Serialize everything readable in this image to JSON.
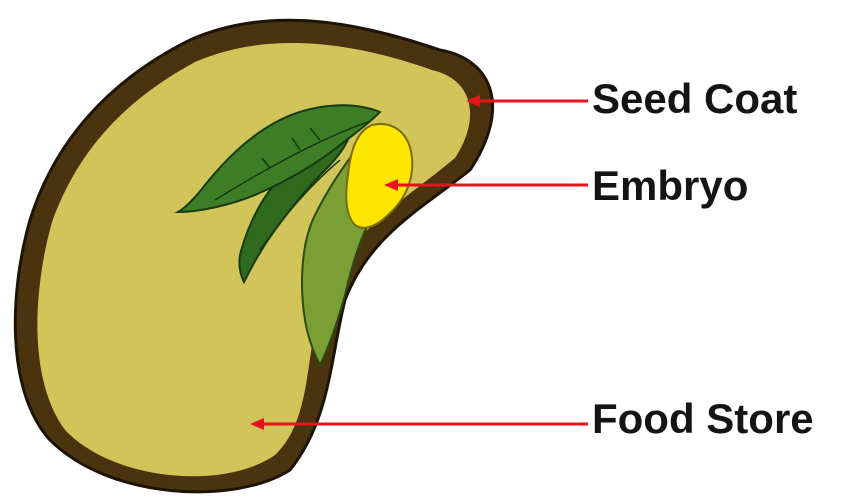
{
  "labels": {
    "seed_coat": "Seed Coat",
    "embryo": "Embryo",
    "food_store": "Food Store"
  },
  "colors": {
    "seed_coat": "#4a3410",
    "food_store": "#d1c55a",
    "embryo": "#ffe600",
    "leaf_dark": "#2f6a1f",
    "leaf_light": "#7aa035",
    "arrow": "#e8141c",
    "label_text": "#141414"
  }
}
